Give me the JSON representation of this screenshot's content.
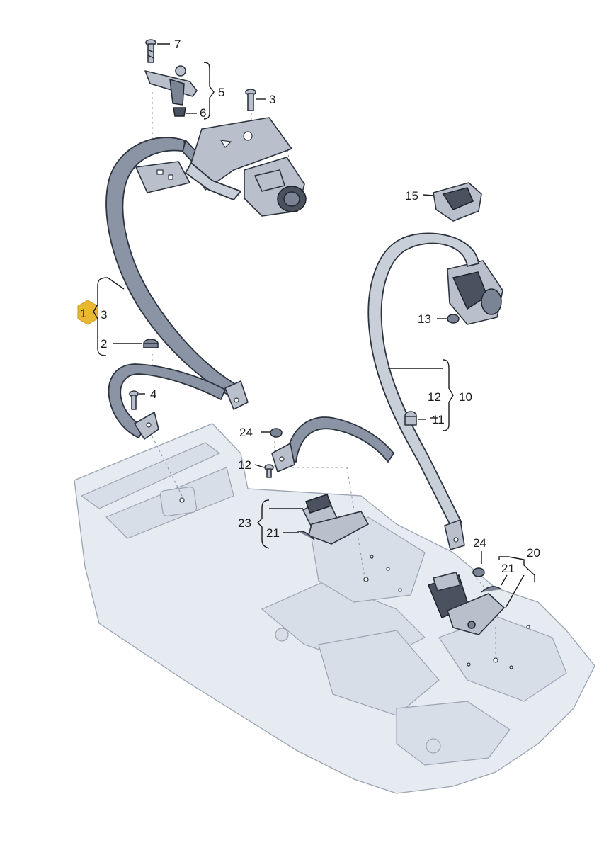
{
  "callouts": {
    "c1": "1",
    "c2": "2",
    "c3a": "3",
    "c3b": "3",
    "c4": "4",
    "c5": "5",
    "c6": "6",
    "c7": "7",
    "c10": "10",
    "c11": "11",
    "c12a": "12",
    "c12b": "12",
    "c13": "13",
    "c15": "15",
    "c20": "20",
    "c21a": "21",
    "c21b": "21",
    "c23": "23",
    "c24a": "24",
    "c24b": "24"
  },
  "colors": {
    "highlight_hexagon": "#e8b830",
    "belt": "#8a94a4",
    "floor_panel": "#e6eaf1"
  }
}
